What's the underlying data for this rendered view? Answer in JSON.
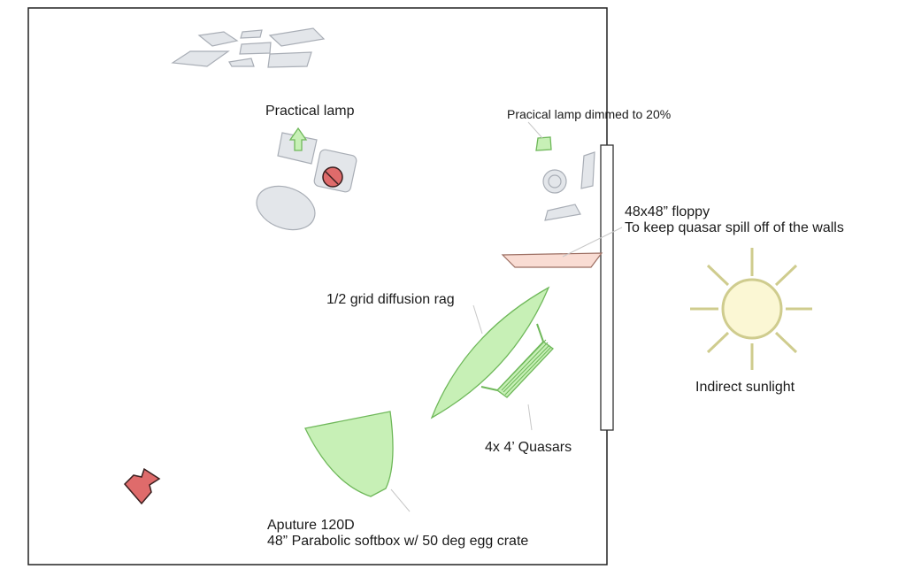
{
  "labels": {
    "practical_lamp": "Practical lamp",
    "practical_lamp_dimmed": "Pracical lamp dimmed to 20%",
    "floppy_line1": "48x48” floppy",
    "floppy_line2": "To keep quasar spill off of the walls",
    "grid_rag": "1/2 grid diffusion rag",
    "sunlight": "Indirect sunlight",
    "quasars": "4x 4’ Quasars",
    "aputure_line1": "Aputure 120D",
    "aputure_line2": "48” Parabolic softbox w/ 50 deg egg crate"
  },
  "colors": {
    "room_border": "#222222",
    "furniture_fill": "#e3e6ea",
    "furniture_stroke": "#a9aeb6",
    "light_green": "#c7f0b6",
    "light_green_stroke": "#6fb85a",
    "floppy_fill": "#f9dcd3",
    "camera_red": "#df6b6b",
    "sun_fill": "#fbf7d4",
    "sun_stroke": "#cfcc8e"
  },
  "icons": {
    "camera": "camera-icon",
    "sun": "sun-icon",
    "lamp": "lamp-arrow-icon"
  }
}
